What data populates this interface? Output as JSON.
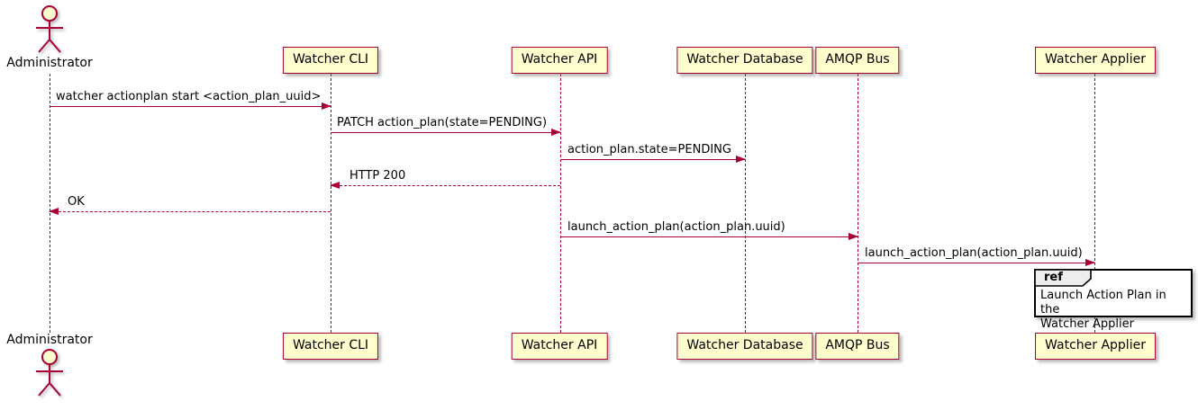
{
  "diagram_type": "uml-sequence-diagram",
  "participants": [
    {
      "name": "Administrator",
      "kind": "actor"
    },
    {
      "name": "Watcher CLI",
      "kind": "participant"
    },
    {
      "name": "Watcher API",
      "kind": "participant"
    },
    {
      "name": "Watcher Database",
      "kind": "participant"
    },
    {
      "name": "AMQP Bus",
      "kind": "participant"
    },
    {
      "name": "Watcher Applier",
      "kind": "participant"
    }
  ],
  "messages": [
    {
      "from": "Administrator",
      "to": "Watcher CLI",
      "label": "watcher actionplan start <action_plan_uuid>",
      "line": "solid",
      "direction": "right"
    },
    {
      "from": "Watcher CLI",
      "to": "Watcher API",
      "label": "PATCH action_plan(state=PENDING)",
      "line": "solid",
      "direction": "right"
    },
    {
      "from": "Watcher API",
      "to": "Watcher Database",
      "label": "action_plan.state=PENDING",
      "line": "solid",
      "direction": "right"
    },
    {
      "from": "Watcher API",
      "to": "Watcher CLI",
      "label": "HTTP 200",
      "line": "dashed",
      "direction": "left"
    },
    {
      "from": "Watcher CLI",
      "to": "Administrator",
      "label": "OK",
      "line": "dashed",
      "direction": "left"
    },
    {
      "from": "Watcher API",
      "to": "AMQP Bus",
      "label": "launch_action_plan(action_plan.uuid)",
      "line": "solid",
      "direction": "right"
    },
    {
      "from": "AMQP Bus",
      "to": "Watcher Applier",
      "label": "launch_action_plan(action_plan.uuid)",
      "line": "solid",
      "direction": "right"
    }
  ],
  "ref_fragment": {
    "keyword": "ref",
    "over": "Watcher Applier",
    "line1": "Launch Action Plan in the",
    "line2": "Watcher Applier"
  },
  "colors": {
    "participant_fill": "#FEFECE",
    "stroke": "#A80036",
    "text": "#000000",
    "ref_border": "#000000",
    "ref_tab_fill": "#EEEEEE",
    "ref_fill": "#FFFFFF",
    "background": "#FFFFFF"
  }
}
